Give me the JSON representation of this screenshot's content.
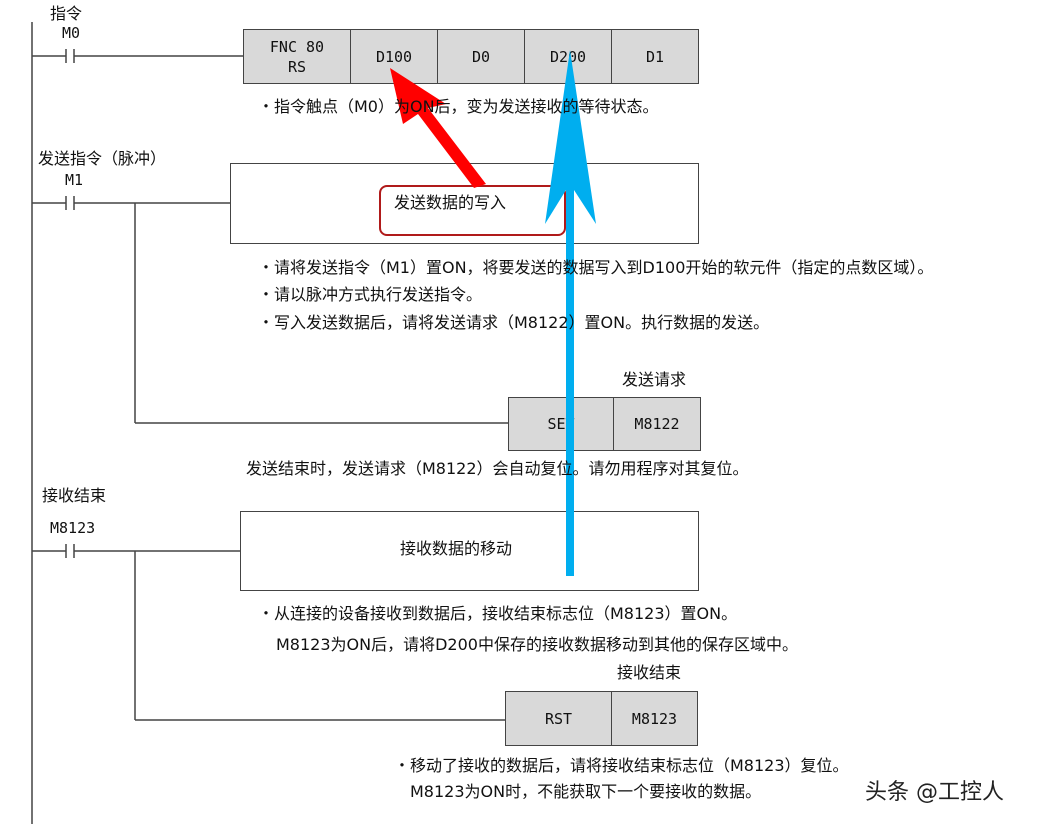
{
  "rung1": {
    "label": "指令",
    "contact": "M0",
    "instruction": {
      "fnc": "FNC 80",
      "name": "RS",
      "operands": [
        "D100",
        "D0",
        "D200",
        "D1"
      ]
    },
    "note": "・指令触点（M0）为ON后，变为发送接收的等待状态。"
  },
  "rung2": {
    "label": "发送指令（脉冲）",
    "contact": "M1",
    "block": "发送数据的写入",
    "notes": [
      "・请将发送指令（M1）置ON，将要发送的数据写入到D100开始的软元件（指定的点数区域）。",
      "・请以脉冲方式执行发送指令。",
      "・写入发送数据后，请将发送请求（M8122）置ON。执行数据的发送。"
    ],
    "coil_label": "发送请求",
    "coil_op": "SET",
    "coil_dev": "M8122",
    "after_note": "发送结束时，发送请求（M8122）会自动复位。请勿用程序对其复位。"
  },
  "rung3": {
    "label": "接收结束",
    "contact": "M8123",
    "block": "接收数据的移动",
    "notes": [
      "・从连接的设备接收到数据后，接收结束标志位（M8123）置ON。",
      "M8123为ON后，请将D200中保存的接收数据移动到其他的保存区域中。"
    ],
    "coil_label": "接收结束",
    "coil_op": "RST",
    "coil_dev": "M8123",
    "after_notes": [
      "・移动了接收的数据后，请将接收结束标志位（M8123）复位。",
      "M8123为ON时，不能获取下一个要接收的数据。"
    ]
  },
  "watermark": "头条 @工控人",
  "colors": {
    "red_arrow": "#ff0000",
    "blue_arrow": "#00aeef",
    "cell_fill": "#d9d9d9"
  }
}
